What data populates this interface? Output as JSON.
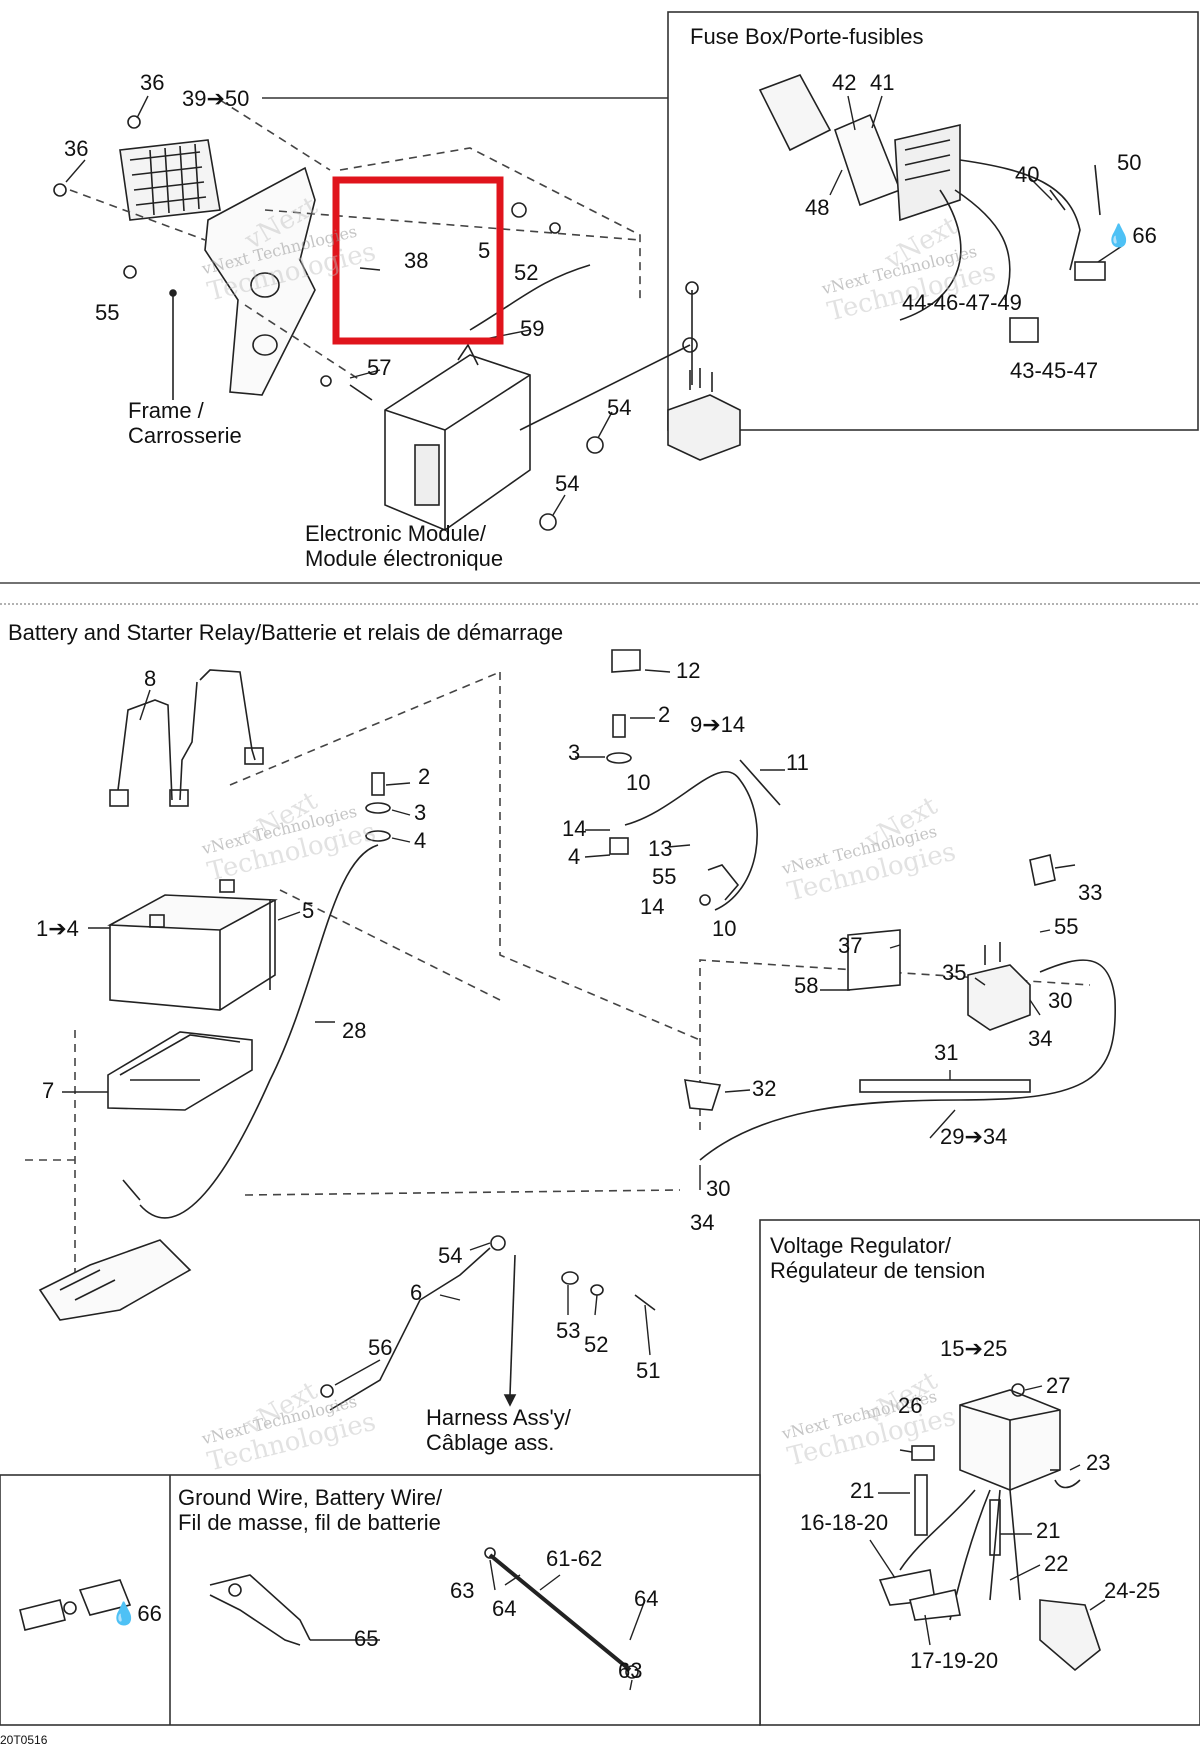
{
  "sections": {
    "fuse_box": "Fuse Box/Porte-fusibles",
    "battery_relay": "Battery and Starter Relay/Batterie et relais de démarrage",
    "voltage_regulator_1": "Voltage Regulator/",
    "voltage_regulator_2": "Régulateur de tension",
    "ground_wire_1": "Ground Wire, Battery Wire/",
    "ground_wire_2": "Fil de masse, fil de batterie"
  },
  "callouts_text": {
    "frame_1": "Frame /",
    "frame_2": "Carrosserie",
    "module_1": "Electronic Module/",
    "module_2": "Module électronique",
    "harness_1": "Harness Ass'y/",
    "harness_2": "Câblage ass."
  },
  "watermark": {
    "line1": "vNext Technologies",
    "line2": "Technologies",
    "brand": "vNext"
  },
  "labels": {
    "l36a": "36",
    "l39_50": "39➔50",
    "l36b": "36",
    "l55a": "55",
    "l38": "38",
    "l5x": "5",
    "l52a": "52",
    "l59": "59",
    "l57": "57",
    "l54a": "54",
    "l54b": "54",
    "l42": "42",
    "l41": "41",
    "l48": "48",
    "l40": "40",
    "l50": "50",
    "l66a": "66",
    "l44_49": "44-46-47-49",
    "l43_47": "43-45-47",
    "l8": "8",
    "l2a": "2",
    "l3a": "3",
    "l4a": "4",
    "l1_4": "1➔4",
    "l5": "5",
    "l28": "28",
    "l7": "7",
    "l12": "12",
    "l2b": "2",
    "l9_14": "9➔14",
    "l3b": "3",
    "l11": "11",
    "l10a": "10",
    "l14a": "14",
    "l4b": "4",
    "l13": "13",
    "l55b": "55",
    "l14b": "14",
    "l10b": "10",
    "l33": "33",
    "l55c": "55",
    "l37": "37",
    "l58": "58",
    "l35": "35",
    "l30a": "30",
    "l34a": "34",
    "l31": "31",
    "l32": "32",
    "l29_34": "29➔34",
    "l30b": "30",
    "l34b": "34",
    "l54c": "54",
    "l6": "6",
    "l53": "53",
    "l52b": "52",
    "l51": "51",
    "l56": "56",
    "l15_25": "15➔25",
    "l27": "27",
    "l26": "26",
    "l23": "23",
    "l21a": "21",
    "l16_20": "16-18-20",
    "l21b": "21",
    "l22": "22",
    "l24_25": "24-25",
    "l17_20": "17-19-20",
    "l66b": "66",
    "l65": "65",
    "l61_62": "61-62",
    "l63a": "63",
    "l64a": "64",
    "l64b": "64",
    "l63b": "63"
  },
  "drop_glyph": "💧",
  "footer_code": "20T0516",
  "highlight": {
    "color": "#e0141c"
  }
}
